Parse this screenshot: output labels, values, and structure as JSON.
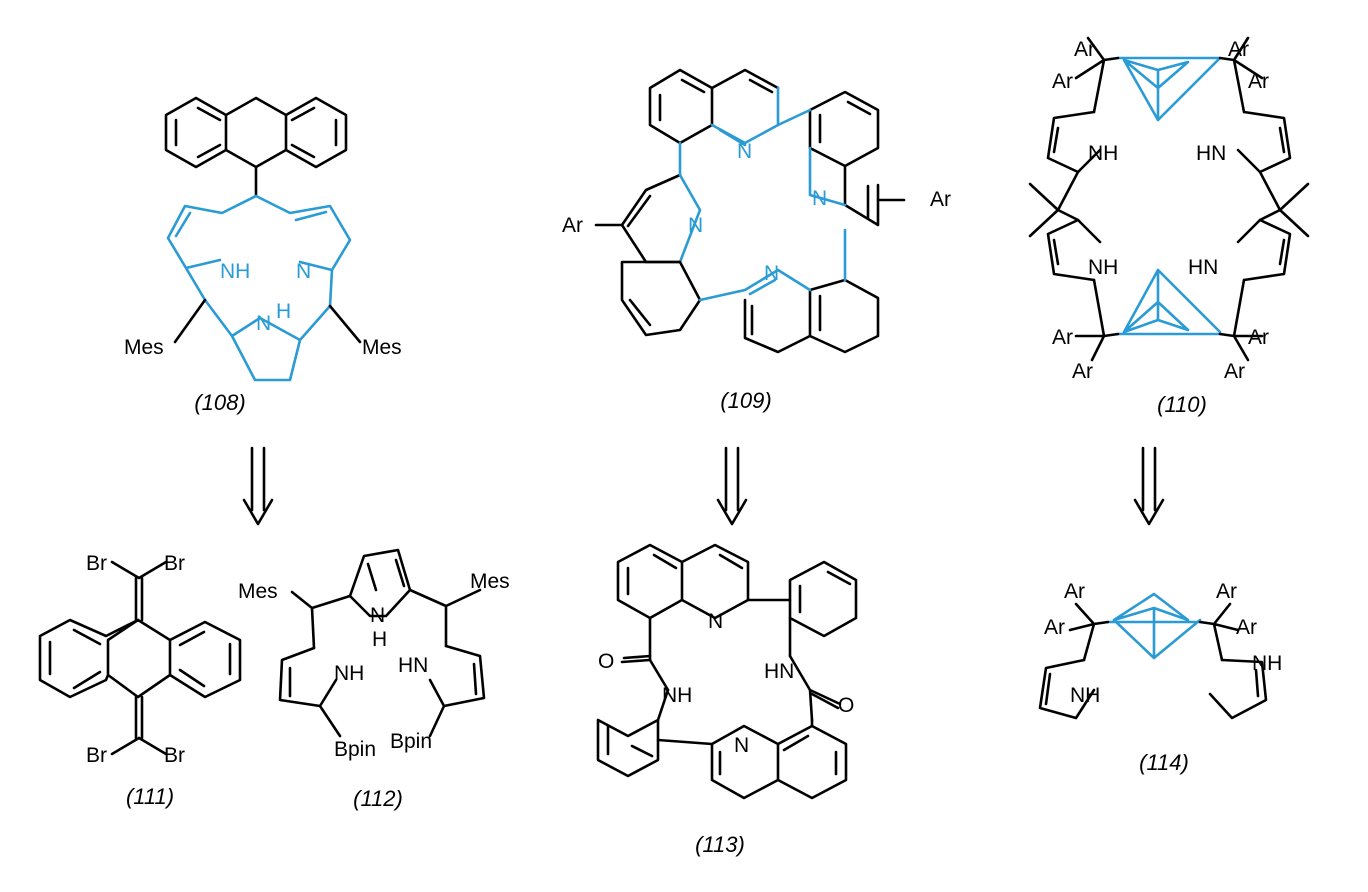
{
  "colors": {
    "bond": "#000000",
    "highlight": "#2a9bd4",
    "background": "#ffffff"
  },
  "compounds": {
    "c108": {
      "label": "(108)",
      "substituents": [
        "Mes",
        "Mes"
      ],
      "atoms": [
        "NH",
        "N",
        "N",
        "H"
      ]
    },
    "c109": {
      "label": "(109)",
      "substituents": [
        "Ar",
        "Ar"
      ],
      "atoms": [
        "N",
        "N",
        "N",
        "N"
      ]
    },
    "c110": {
      "label": "(110)",
      "substituents": [
        "Ar",
        "Ar",
        "Ar",
        "Ar",
        "Ar",
        "Ar",
        "Ar",
        "Ar"
      ],
      "atoms": [
        "NH",
        "HN",
        "NH",
        "HN"
      ]
    },
    "c111": {
      "label": "(111)",
      "substituents": [
        "Br",
        "Br",
        "Br",
        "Br"
      ]
    },
    "c112": {
      "label": "(112)",
      "substituents": [
        "Mes",
        "Mes",
        "Bpin",
        "Bpin"
      ],
      "atoms": [
        "N",
        "H",
        "NH",
        "HN"
      ]
    },
    "c113": {
      "label": "(113)",
      "substituents": [
        "O",
        "O"
      ],
      "atoms": [
        "N",
        "N",
        "NH",
        "HN"
      ]
    },
    "c114": {
      "label": "(114)",
      "substituents": [
        "Ar",
        "Ar",
        "Ar",
        "Ar"
      ],
      "atoms": [
        "NH",
        "NH"
      ]
    }
  },
  "arrows": [
    {
      "name": "retrosynthesis-arrow-108"
    },
    {
      "name": "retrosynthesis-arrow-109"
    },
    {
      "name": "retrosynthesis-arrow-110"
    }
  ]
}
